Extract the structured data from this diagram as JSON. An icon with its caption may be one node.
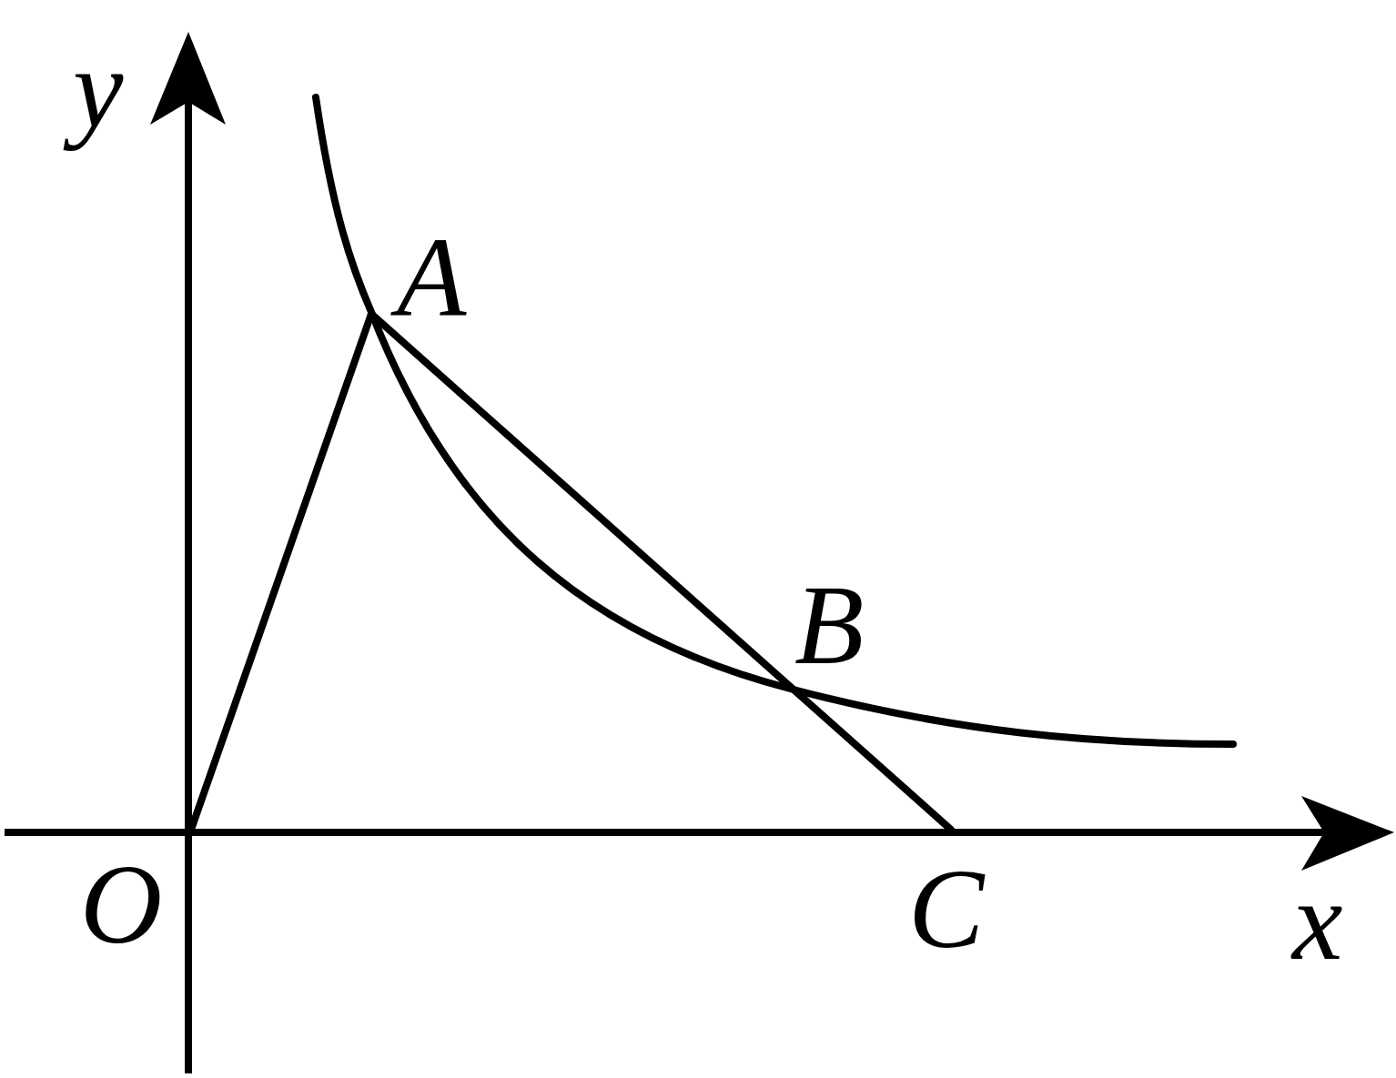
{
  "diagram": {
    "nodes": [
      {
        "text": [
          "A"
        ]
      },
      {
        "text": [
          "B"
        ]
      },
      {
        "text": [
          "O"
        ]
      },
      {
        "text": [
          "C"
        ]
      }
    ],
    "edges": [
      {
        "from": 2,
        "to": 0,
        "arrow": "none"
      },
      {
        "from": 0,
        "to": 3,
        "arrow": "none"
      }
    ],
    "labels": [
      "y",
      "x"
    ]
  }
}
